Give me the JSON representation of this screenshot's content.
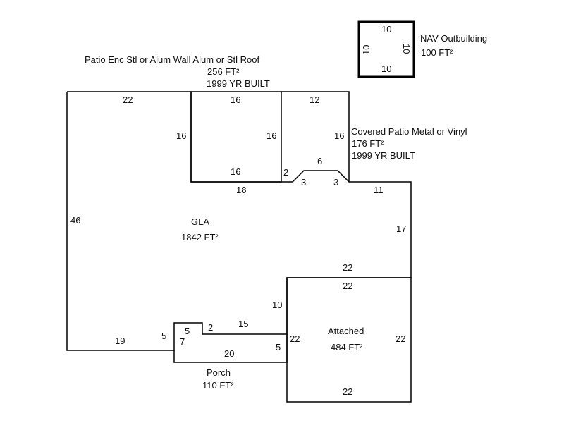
{
  "areas": {
    "patio_enc": {
      "name": "Patio Enc Stl or Alum Wall  Alum or Stl Roof",
      "area": "256 FT²",
      "year": "1999 YR BUILT"
    },
    "covered_patio": {
      "name": "Covered Patio Metal or Vinyl",
      "area": "176 FT²",
      "year": "1999 YR BUILT"
    },
    "nav": {
      "name": "NAV Outbuilding",
      "area": "100 FT²"
    },
    "gla": {
      "name": "GLA",
      "area": "1842 FT²"
    },
    "attached": {
      "name": "Attached",
      "area": "484 FT²"
    },
    "porch": {
      "name": "Porch",
      "area": "110 FT²"
    }
  },
  "dims": {
    "gla_top": "22",
    "gla_left": "46",
    "gla_bottom": "19",
    "gla_step5": "5",
    "patio_top": "16",
    "patio_left": "16",
    "patio_right": "16",
    "patio_bottom": "16",
    "patio_under": "18",
    "cov_top": "12",
    "cov_right": "16",
    "cov_2": "2",
    "cov_3a": "3",
    "cov_6": "6",
    "cov_3b": "3",
    "gla_11": "11",
    "gla_17": "17",
    "gla_22": "22",
    "gla_10": "10",
    "porch_5": "5",
    "porch_7": "7",
    "porch_2": "2",
    "porch_15": "15",
    "porch_20": "20",
    "porch_5r": "5",
    "att_top": "22",
    "att_left": "22",
    "att_right": "22",
    "att_bottom": "22",
    "nav_top": "10",
    "nav_left": "10",
    "nav_right": "10",
    "nav_bottom": "10"
  }
}
